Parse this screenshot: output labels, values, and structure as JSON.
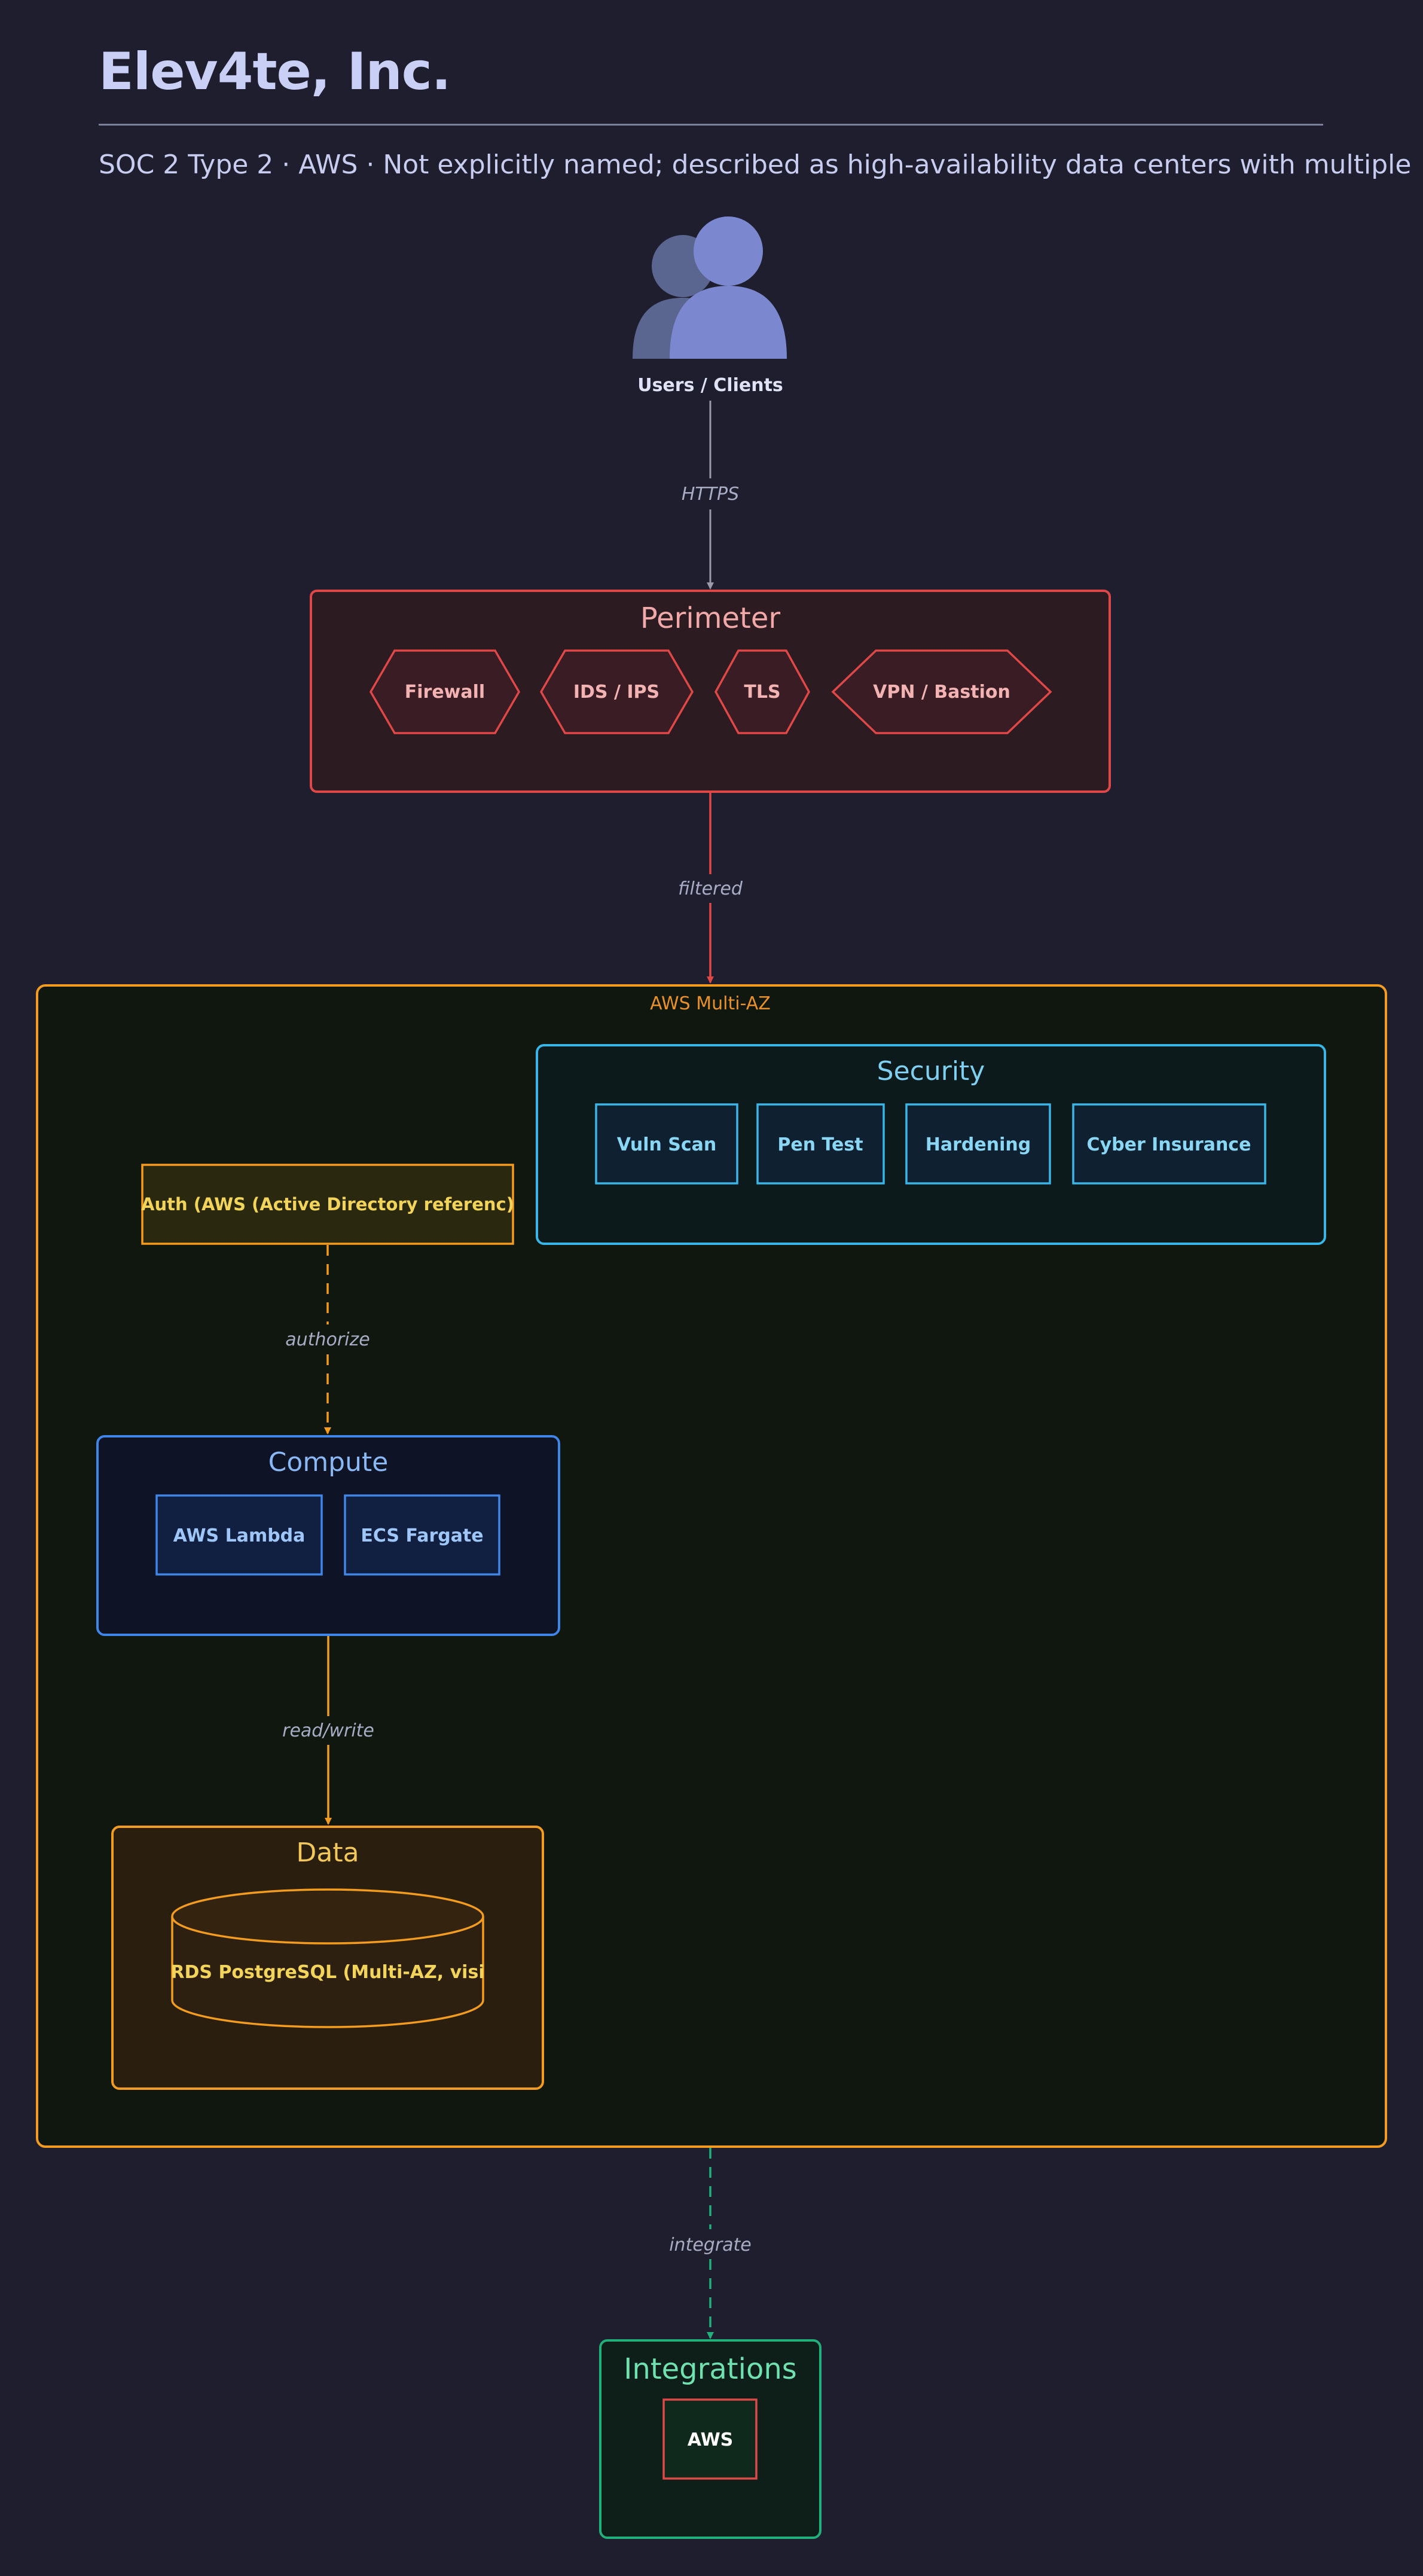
{
  "header": {
    "title": "Elev4te, Inc.",
    "subtitle": "SOC 2 Type 2 · AWS · Not explicitly named; described as high-availability data centers with multiple"
  },
  "users": {
    "label": "Users / Clients"
  },
  "edges": {
    "https": "HTTPS",
    "filtered": "filtered",
    "authorize": "authorize",
    "read_write": "read/write",
    "integrate": "integrate"
  },
  "perimeter": {
    "title": "Perimeter",
    "items": [
      "Firewall",
      "IDS / IPS",
      "TLS",
      "VPN / Bastion"
    ]
  },
  "cloud": {
    "label": "AWS Multi-AZ"
  },
  "security": {
    "title": "Security",
    "items": [
      "Vuln Scan",
      "Pen Test",
      "Hardening",
      "Cyber Insurance"
    ]
  },
  "auth": {
    "label": "Auth (AWS (Active Directory referenc)"
  },
  "compute": {
    "title": "Compute",
    "items": [
      "AWS Lambda",
      "ECS Fargate"
    ]
  },
  "data": {
    "title": "Data",
    "db_label": "RDS PostgreSQL (Multi-AZ, visi"
  },
  "integrations": {
    "title": "Integrations",
    "items": [
      "AWS"
    ]
  },
  "colors": {
    "background": "#1e1e2e",
    "perimeter": "#e04848",
    "cloud": "#f39c1f",
    "security": "#38b6e8",
    "compute": "#3f86e8",
    "data": "#f39c1f",
    "integrations": "#22b07a",
    "users": "#7b88d0"
  }
}
